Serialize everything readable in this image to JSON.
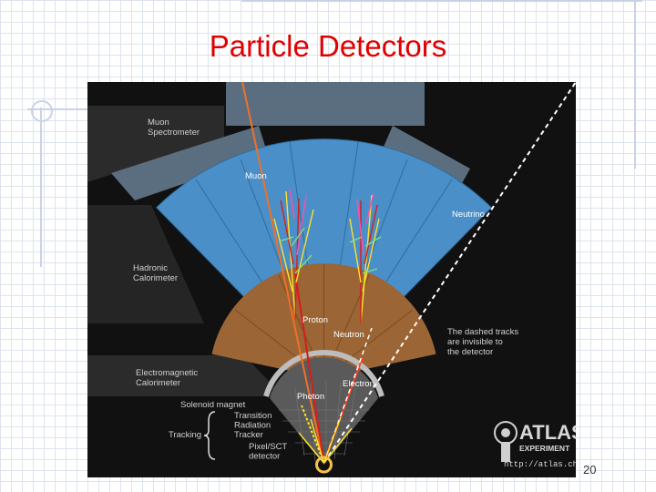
{
  "slide": {
    "title": "Particle Detectors",
    "page_number": "20"
  },
  "colors": {
    "background": "#0f0f0f",
    "muon_chamber": "#5b6e80",
    "hadronic": "#4a8fc8",
    "em": "#9b6535",
    "title": "#e00000"
  },
  "labels": {
    "muon_spectrometer": [
      "Muon",
      "Spectrometer"
    ],
    "hadronic_calorimeter": [
      "Hadronic",
      "Calorimeter"
    ],
    "em_calorimeter": [
      "Electromagnetic",
      "Calorimeter"
    ],
    "solenoid": "Solenoid magnet",
    "trt": [
      "Transition",
      "Radiation",
      "Tracker"
    ],
    "pixel": [
      "Pixel/SCT",
      "detector"
    ],
    "tracking": "Tracking",
    "particle_muon": "Muon",
    "particle_neutrino": "Neutrino",
    "particle_proton": "Proton",
    "particle_neutron": "Neutron",
    "particle_electron": "Electron",
    "particle_photon": "Photon",
    "dashed_note": [
      "The dashed tracks",
      "are invisible to",
      "the detector"
    ]
  },
  "logo": {
    "name": "ATLAS",
    "subtitle": "EXPERIMENT",
    "url": "http://atlas.ch"
  }
}
